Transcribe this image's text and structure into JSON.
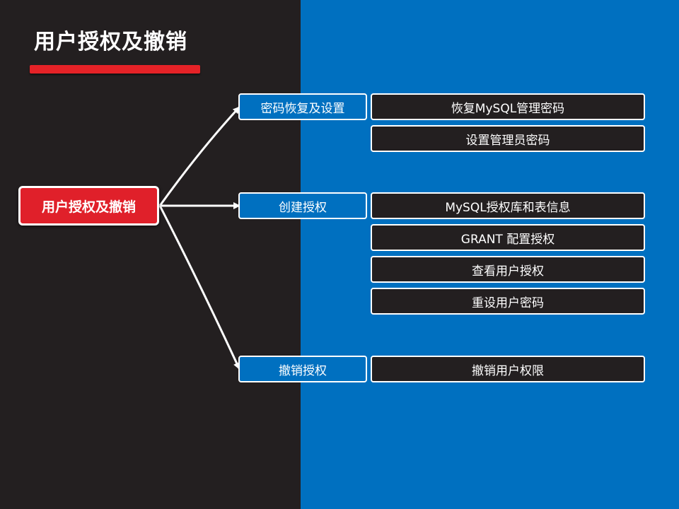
{
  "colors": {
    "dark_bg": "#231f20",
    "blue_bg": "#0070c0",
    "accent_red": "#e52227",
    "node_border": "#ffffff"
  },
  "slide": {
    "title": "用户授权及撤销"
  },
  "diagram": {
    "root": {
      "label": "用户授权及撤销"
    },
    "categories": [
      {
        "label": "密码恢复及设置",
        "items": [
          "恢复MySQL管理密码",
          "设置管理员密码"
        ]
      },
      {
        "label": "创建授权",
        "items": [
          "MySQL授权库和表信息",
          "GRANT 配置授权",
          "查看用户授权",
          "重设用户密码"
        ]
      },
      {
        "label": "撤销授权",
        "items": [
          "撤销用户权限"
        ]
      }
    ]
  }
}
